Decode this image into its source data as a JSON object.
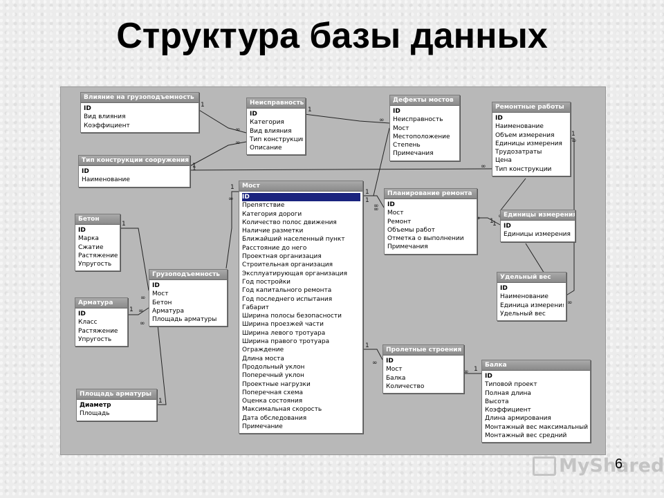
{
  "title": "Структура базы данных",
  "page_number": "6",
  "watermark": "MyShared",
  "tables": {
    "vliyanie": {
      "title": "Влияние на грузоподъемность",
      "fields": [
        "ID",
        "Вид влияния",
        "Коэффициент"
      ]
    },
    "tip_konstr": {
      "title": "Тип конструкции сооружения",
      "fields": [
        "ID",
        "Наименование"
      ]
    },
    "neispravnost": {
      "title": "Неисправность",
      "fields": [
        "ID",
        "Категория",
        "Вид влияния",
        "Тип конструкции",
        "Описание"
      ]
    },
    "defekty": {
      "title": "Дефекты мостов",
      "fields": [
        "ID",
        "Неисправность",
        "Мост",
        "Местоположение",
        "Степень",
        "Примечания"
      ]
    },
    "remontnye": {
      "title": "Ремонтные работы",
      "fields": [
        "ID",
        "Наименование",
        "Объем измерения",
        "Единицы измерения",
        "Трудозатраты",
        "Цена",
        "Тип конструкции"
      ]
    },
    "most": {
      "title": "Мост",
      "fields": [
        "ID",
        "Препятствие",
        "Категория дороги",
        "Количество полос движения",
        "Наличие разметки",
        "Ближайший населенный пункт",
        "Расстояние до него",
        "Проектная организация",
        "Строительная организация",
        "Эксплуатирующая организация",
        "Год постройки",
        "Год капитального ремонта",
        "Год последнего испытания",
        "Габарит",
        "Ширина полосы безопасности",
        "Ширина проезжей части",
        "Ширина левого тротуара",
        "Ширина правого тротуара",
        "Ограждение",
        "Длина моста",
        "Продольный уклон",
        "Поперечный уклон",
        "Проектные нагрузки",
        "Поперечная схема",
        "Оценка состояния",
        "Максимальная скорость",
        "Дата обследования",
        "Примечание"
      ]
    },
    "planirovanie": {
      "title": "Планирование ремонта",
      "fields": [
        "ID",
        "Мост",
        "Ремонт",
        "Объемы работ",
        "Отметка о выполнении",
        "Примечания"
      ]
    },
    "edinicy": {
      "title": "Единицы измерения",
      "fields": [
        "ID",
        "Единицы измерения"
      ]
    },
    "beton": {
      "title": "Бетон",
      "fields": [
        "ID",
        "Марка",
        "Сжатие",
        "Растяжение",
        "Упругость"
      ]
    },
    "gruzopod": {
      "title": "Грузоподъемность",
      "fields": [
        "ID",
        "Мост",
        "Бетон",
        "Арматура",
        "Площадь арматуры"
      ]
    },
    "udelny": {
      "title": "Удельный вес",
      "fields": [
        "ID",
        "Наименование",
        "Единица измерения",
        "Удельный вес"
      ]
    },
    "armatura": {
      "title": "Арматура",
      "fields": [
        "ID",
        "Класс",
        "Растяжение",
        "Упругость"
      ]
    },
    "proletnye": {
      "title": "Пролетные строения",
      "fields": [
        "ID",
        "Мост",
        "Балка",
        "Количество"
      ]
    },
    "balka": {
      "title": "Балка",
      "fields": [
        "ID",
        "Типовой проект",
        "Полная длина",
        "Высота",
        "Коэффициент",
        "Длина армирования",
        "Монтажный вес максимальный",
        "Монтажный вес средний"
      ]
    },
    "ploshad": {
      "title": "Площадь арматуры",
      "fields": [
        "Диаметр",
        "Площадь"
      ]
    }
  },
  "relationship_labels": {
    "one": "1",
    "many": "∞"
  }
}
